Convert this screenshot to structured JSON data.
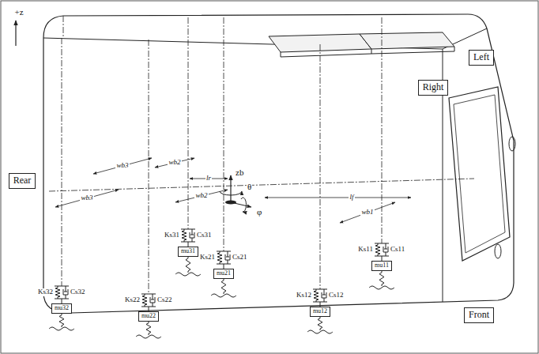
{
  "diagram": {
    "nodes": [
      {
        "text": [
          "Left"
        ]
      },
      {
        "text": [
          "Right"
        ]
      },
      {
        "text": [
          "Rear"
        ]
      },
      {
        "text": [
          "mu31"
        ]
      },
      {
        "text": [
          "mu21"
        ]
      },
      {
        "text": [
          "mu11"
        ]
      },
      {
        "text": [
          "mu32"
        ]
      },
      {
        "text": [
          "mu22"
        ]
      },
      {
        "text": [
          "mu12"
        ]
      },
      {
        "text": [
          "Front"
        ]
      }
    ],
    "labels": [
      "+z",
      "zb",
      "θ",
      "φ",
      "wb3",
      "wb3",
      "wb2",
      "wb2",
      "lr",
      "lf",
      "wb1",
      "Ks31",
      "Cs31",
      "Ks21",
      "Cs21",
      "Ks11",
      "Cs11",
      "Ks32",
      "Cs32",
      "Ks22",
      "Cs22",
      "Ks12",
      "Cs12"
    ]
  }
}
